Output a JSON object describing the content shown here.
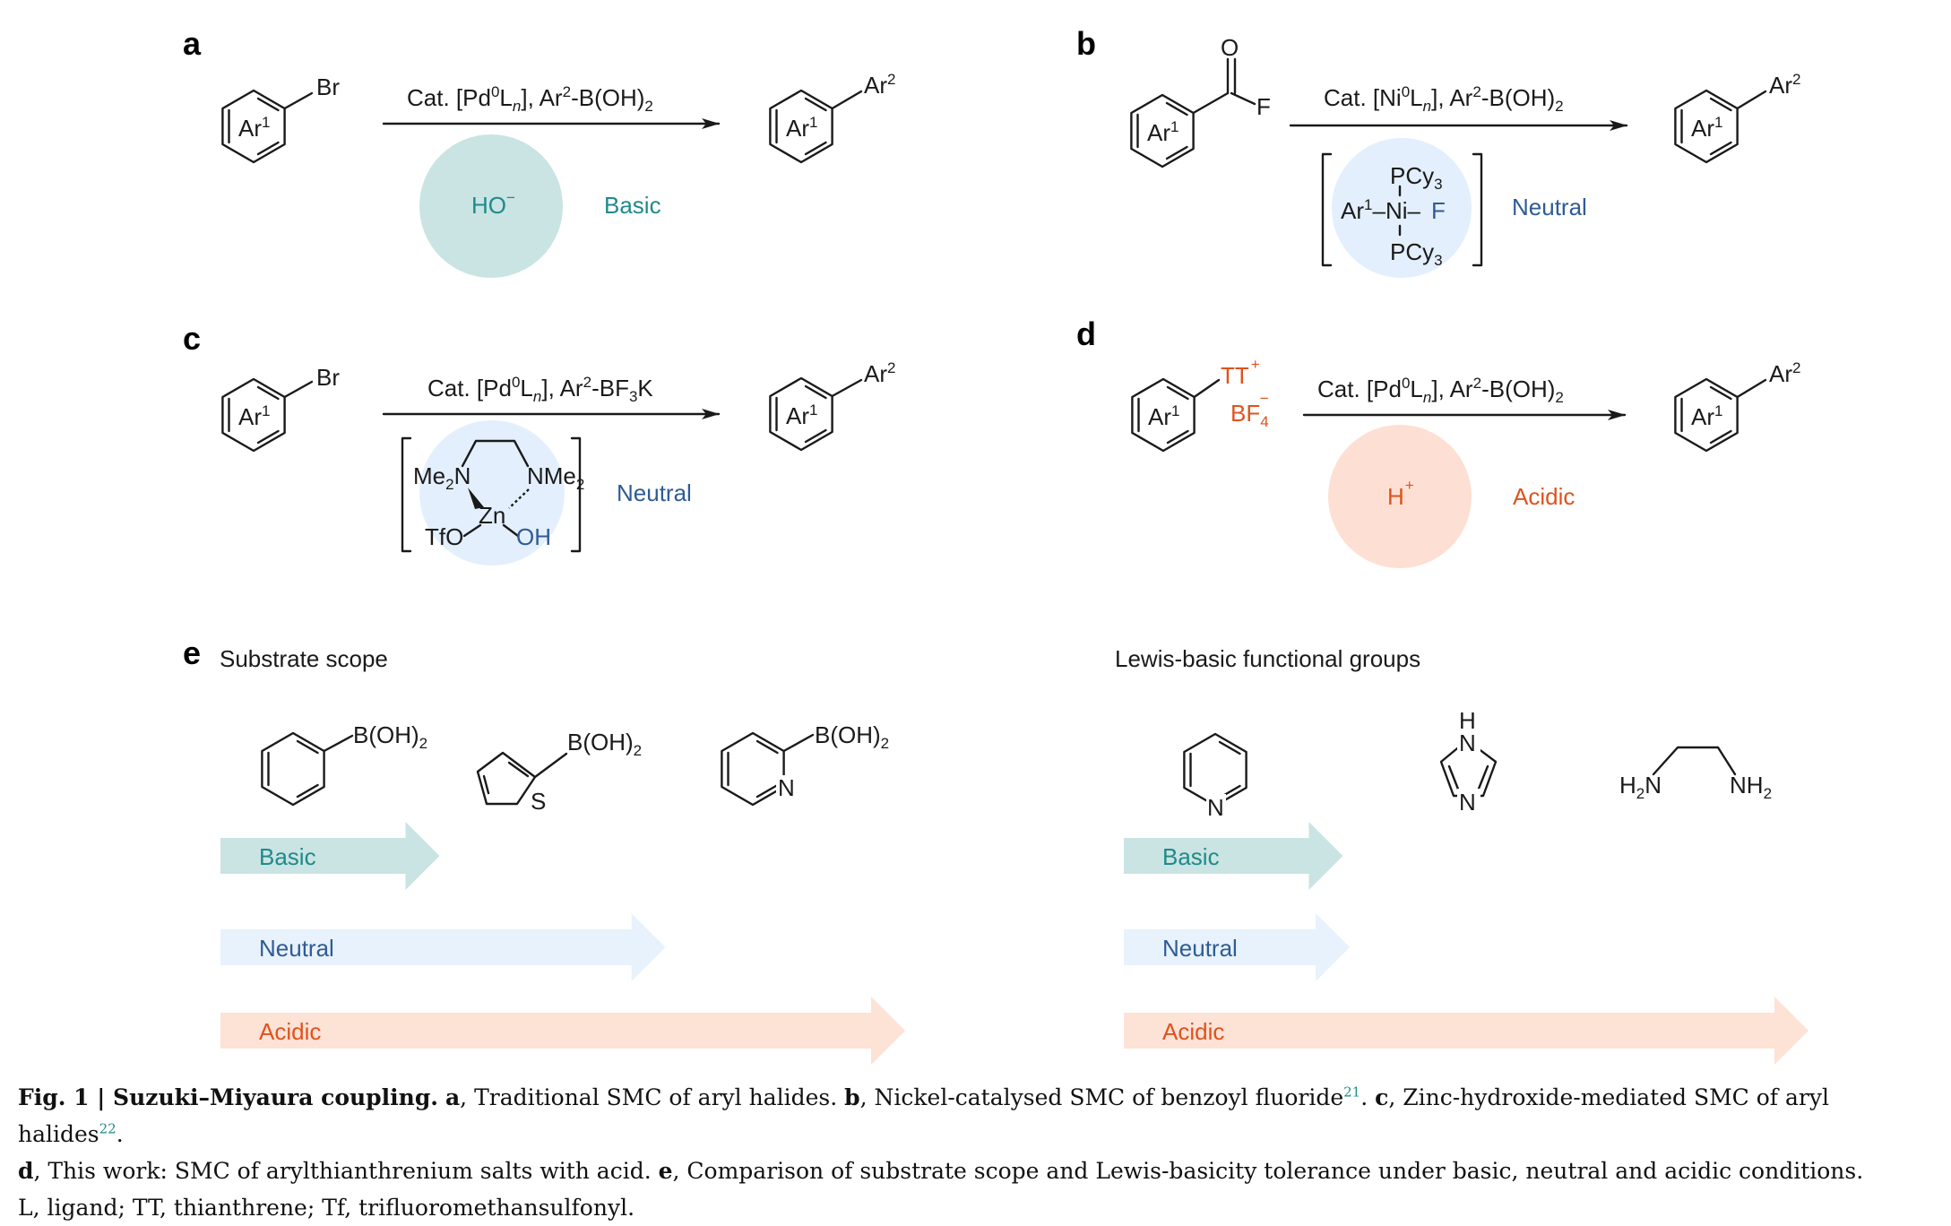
{
  "panels": {
    "a": {
      "letter": "a",
      "substrate_group": "Br",
      "reactant_aryl": "Ar",
      "reactant_aryl_sup": "1",
      "reagent": {
        "p1": "Cat. [Pd",
        "s1": "0",
        "p2": "L",
        "s2": "n",
        "p3": "], Ar",
        "s3": "2",
        "p4": "-B(OH)",
        "s4": "2"
      },
      "activator": "HO",
      "activator_charge": "−",
      "condition": "Basic",
      "product_aryl": "Ar",
      "product_aryl_sup": "1",
      "product_group": "Ar",
      "product_group_sup": "2"
    },
    "b": {
      "letter": "b",
      "carbonyl_o": "O",
      "carbonyl_f": "F",
      "reactant_aryl": "Ar",
      "reactant_aryl_sup": "1",
      "reagent": {
        "p1": "Cat. [Ni",
        "s1": "0",
        "p2": "L",
        "s2": "n",
        "p3": "], Ar",
        "s3": "2",
        "p4": "-B(OH)",
        "s4": "2"
      },
      "complex": {
        "top": "PCy",
        "top_sub": "3",
        "left": "Ar",
        "left_sup": "1",
        "center": "Ni",
        "right": "F",
        "bottom": "PCy",
        "bottom_sub": "3"
      },
      "condition": "Neutral",
      "product_aryl": "Ar",
      "product_aryl_sup": "1",
      "product_group": "Ar",
      "product_group_sup": "2"
    },
    "c": {
      "letter": "c",
      "substrate_group": "Br",
      "reactant_aryl": "Ar",
      "reactant_aryl_sup": "1",
      "reagent": {
        "p1": "Cat. [Pd",
        "s1": "0",
        "p2": "L",
        "s2": "n",
        "p3": "], Ar",
        "s3": "2",
        "p4": "-BF",
        "s4": "3",
        "p5": "K"
      },
      "complex": {
        "left_amine": "Me",
        "left_amine_sub": "2",
        "left_amine_n": "N",
        "right_amine_n": "NMe",
        "right_amine_sub": "2",
        "metal": "Zn",
        "ligand_left": "TfO",
        "ligand_right": "OH"
      },
      "condition": "Neutral",
      "product_aryl": "Ar",
      "product_aryl_sup": "1",
      "product_group": "Ar",
      "product_group_sup": "2"
    },
    "d": {
      "letter": "d",
      "substrate_group": "TT",
      "substrate_charge": "+",
      "counterion": "BF",
      "counterion_sub": "4",
      "counterion_charge": "−",
      "reactant_aryl": "Ar",
      "reactant_aryl_sup": "1",
      "reagent": {
        "p1": "Cat. [Pd",
        "s1": "0",
        "p2": "L",
        "s2": "n",
        "p3": "], Ar",
        "s3": "2",
        "p4": "-B(OH)",
        "s4": "2"
      },
      "activator": "H",
      "activator_charge": "+",
      "condition": "Acidic",
      "product_aryl": "Ar",
      "product_aryl_sup": "1",
      "product_group": "Ar",
      "product_group_sup": "2"
    },
    "e": {
      "letter": "e",
      "left_title": "Substrate scope",
      "right_title": "Lewis-basic functional groups",
      "left_molecules": [
        {
          "group": "B(OH)",
          "group_sub": "2"
        },
        {
          "group": "B(OH)",
          "group_sub": "2",
          "heteroatom": "S"
        },
        {
          "group": "B(OH)",
          "group_sub": "2",
          "heteroatom": "N"
        }
      ],
      "right_molecules": [
        {
          "heteroatom": "N"
        },
        {
          "h": "H",
          "n1": "N",
          "n2": "N"
        },
        {
          "left": "H",
          "left_sub": "2",
          "left_n": "N",
          "right": "NH",
          "right_sub": "2"
        }
      ],
      "left_arrows": [
        {
          "label": "Basic",
          "color": "#c9e4e2",
          "text_color": "#1f8a8c",
          "extent": 0.32
        },
        {
          "label": "Neutral",
          "color": "#e8f2fc",
          "text_color": "#2e5b96",
          "extent": 0.65
        },
        {
          "label": "Acidic",
          "color": "#fde2d6",
          "text_color": "#e0521c",
          "extent": 1.0
        }
      ],
      "right_arrows": [
        {
          "label": "Basic",
          "color": "#c9e4e2",
          "text_color": "#1f8a8c",
          "extent": 0.32
        },
        {
          "label": "Neutral",
          "color": "#e8f2fc",
          "text_color": "#2e5b96",
          "extent": 0.33
        },
        {
          "label": "Acidic",
          "color": "#fde2d6",
          "text_color": "#e0521c",
          "extent": 1.0
        }
      ]
    }
  },
  "colors": {
    "teal": "#1f8a8c",
    "teal_fill": "#c9e4e2",
    "navy": "#2e5b96",
    "blue_fill": "#e3effc",
    "orange": "#e0521c",
    "orange_fill": "#fde0d3"
  },
  "caption": {
    "figlabel": "Fig. 1 | ",
    "title": "Suzuki–Miyaura coupling.",
    "a_letter": "a",
    "a_text": ", Traditional SMC of aryl halides. ",
    "b_letter": "b",
    "b_text": ", Nickel-catalysed SMC of benzoyl fluoride",
    "ref1": "21",
    "sep1": ". ",
    "c_letter": "c",
    "c_text": ", Zinc-hydroxide-mediated SMC of aryl halides",
    "ref2": "22",
    "sep2": ".",
    "d_letter": "d",
    "d_text": ", This work: SMC of arylthianthrenium salts with acid. ",
    "e_letter": "e",
    "e_text": ", Comparison of substrate scope and Lewis-basicity tolerance under basic, neutral and acidic conditions.",
    "footnote": "L, ligand; TT, thianthrene; Tf, trifluoromethansulfonyl."
  }
}
